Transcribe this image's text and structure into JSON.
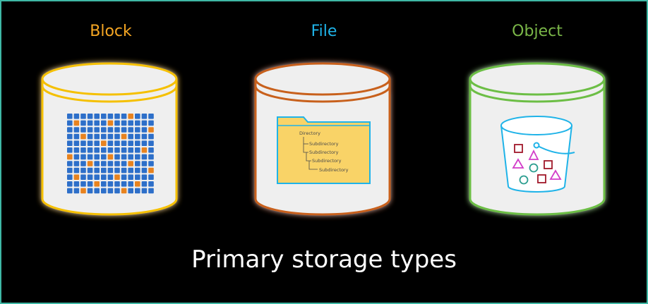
{
  "columns": {
    "block": {
      "label": "Block",
      "color": "#f5a623"
    },
    "file": {
      "label": "File",
      "color": "#1fb3e8"
    },
    "object": {
      "label": "Object",
      "color": "#7ab648"
    }
  },
  "file_tree": {
    "root": "Directory",
    "level1a": "Subdirectory",
    "level1b": "Subdirectory",
    "level2": "Subdirectory",
    "level3": "Subdirectory"
  },
  "caption": "Primary storage types",
  "colors": {
    "block_outline": "#f5c000",
    "file_outline": "#c8611a",
    "object_outline": "#6cbe45",
    "block_cell_blue": "#2d6fc9",
    "block_cell_orange": "#e8831f",
    "folder_fill": "#f9d367",
    "bucket_outline": "#1fb3e8",
    "shape_red": "#a0182a",
    "shape_magenta": "#d23cc9",
    "shape_teal": "#2a9d8f"
  }
}
